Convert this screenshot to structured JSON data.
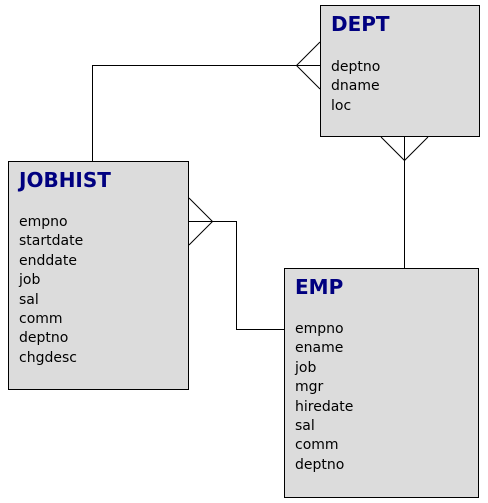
{
  "colors": {
    "entity_fill": "#dcdcdc",
    "entity_border": "#000000",
    "title_text": "#000080",
    "attribute_text": "#000000",
    "connector": "#000000"
  },
  "entities": {
    "dept": {
      "title": "DEPT",
      "attributes": [
        "deptno",
        "dname",
        "loc"
      ]
    },
    "jobhist": {
      "title": "JOBHIST",
      "attributes": [
        "empno",
        "startdate",
        "enddate",
        "job",
        "sal",
        "comm",
        "deptno",
        "chgdesc"
      ]
    },
    "emp": {
      "title": "EMP",
      "attributes": [
        "empno",
        "ename",
        "job",
        "mgr",
        "hiredate",
        "sal",
        "comm",
        "deptno"
      ]
    }
  }
}
